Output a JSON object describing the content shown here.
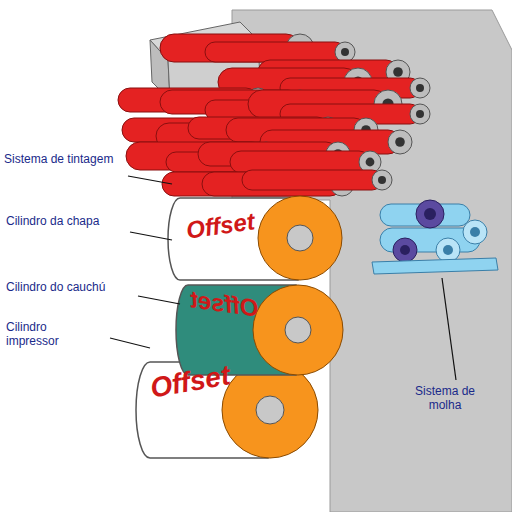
{
  "diagram": {
    "labels": [
      "Sistema de tintagem",
      "Cilindro da chapa",
      "Cilindro do cauchú",
      "Cilindro impressor",
      "Sistema de molha",
      "Offset",
      "Offset",
      "Offset"
    ]
  }
}
